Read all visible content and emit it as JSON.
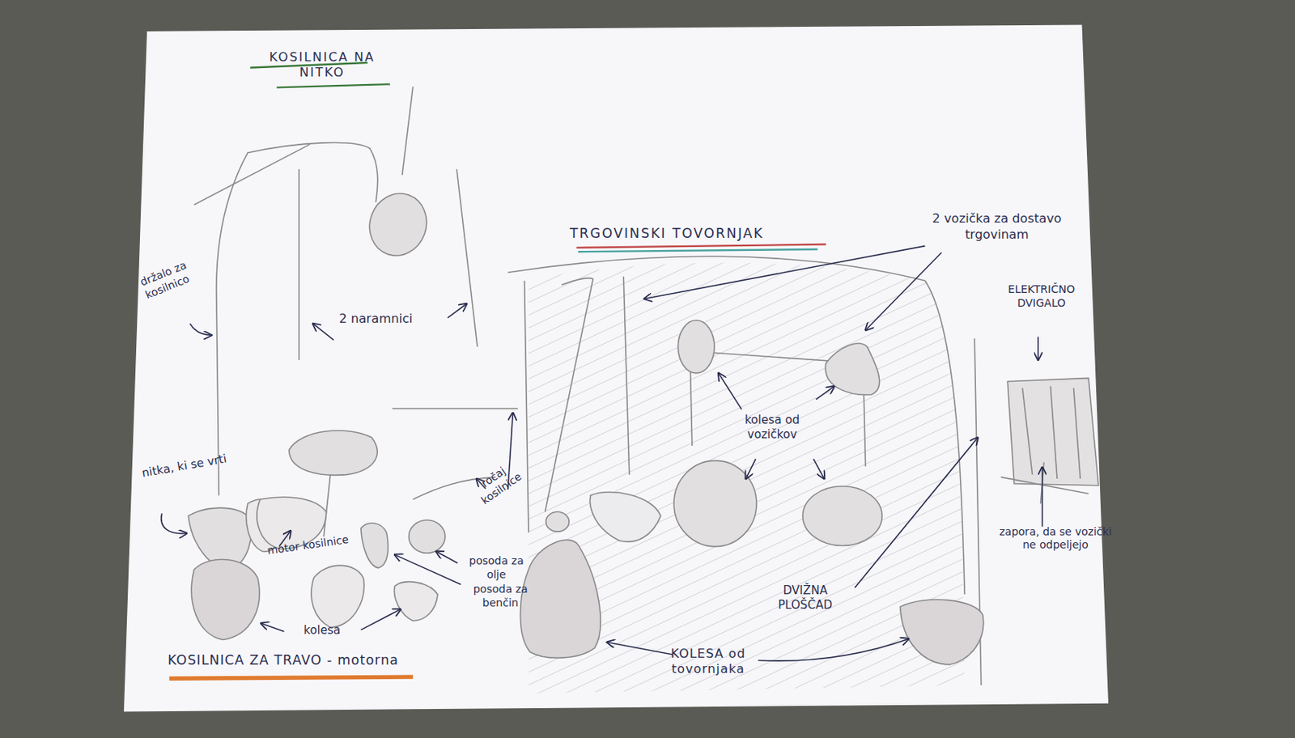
{
  "diagram": {
    "labels": [
      "KOSILNICA NA NITKO",
      "držalo za kosilnico",
      "2 naramnici",
      "TRGOVINSKI TOVORNJAK",
      "2 vozička za dostavo trgovinam",
      "ELEKTRIČNO DVIGALO",
      "kolesa od vozičkov",
      "nitka, ki se vrti",
      "motor kosilnice",
      "ročaj kosilnice",
      "posoda za olje",
      "posoda za benčin",
      "zapora, da se vozički ne odpeljejo",
      "DVIŽNA PLOŠČAD",
      "kolesa",
      "KOLESA od tovornjaka",
      "KOSILNICA ZA TRAVO - motorna"
    ]
  }
}
